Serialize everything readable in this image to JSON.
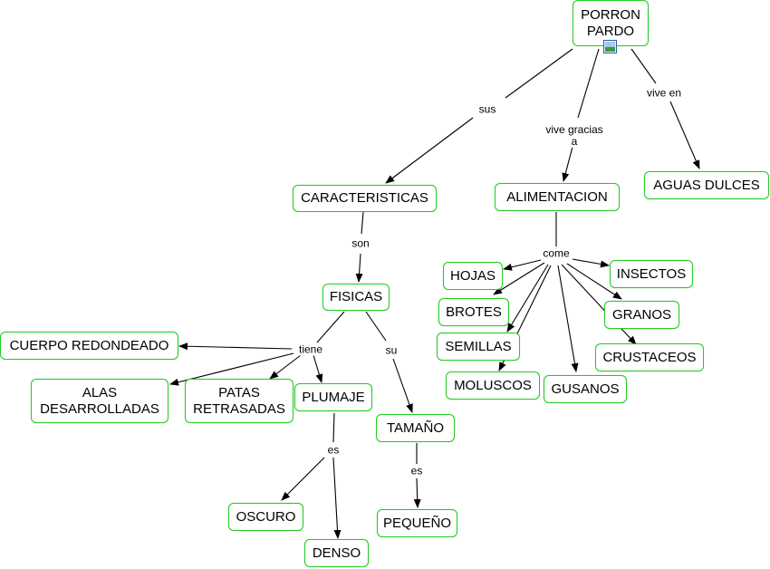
{
  "nodes": {
    "porron": "PORRON\nPARDO",
    "caracteristicas": "CARACTERISTICAS",
    "alimentacion": "ALIMENTACION",
    "aguas": "AGUAS DULCES",
    "fisicas": "FISICAS",
    "cuerpo": "CUERPO REDONDEADO",
    "alas": "ALAS\nDESARROLLADAS",
    "patas": "PATAS\nRETRASADAS",
    "plumaje": "PLUMAJE",
    "tamano": "TAMAÑO",
    "oscuro": "OSCURO",
    "denso": "DENSO",
    "pequeno": "PEQUEÑO",
    "hojas": "HOJAS",
    "brotes": "BROTES",
    "semillas": "SEMILLAS",
    "moluscos": "MOLUSCOS",
    "gusanos": "GUSANOS",
    "insectos": "INSECTOS",
    "granos": "GRANOS",
    "crustaceos": "CRUSTACEOS"
  },
  "links": {
    "sus": "sus",
    "vive_gracias": "vive gracias\na",
    "vive_en": "vive en",
    "son": "son",
    "tiene": "tiene",
    "su": "su",
    "es_plumaje": "es",
    "es_tamano": "es",
    "come": "come"
  },
  "icons": {
    "image_attachment": "image-icon"
  },
  "colors": {
    "node_border": "#22cc22",
    "edge": "#000000",
    "background": "#ffffff"
  }
}
